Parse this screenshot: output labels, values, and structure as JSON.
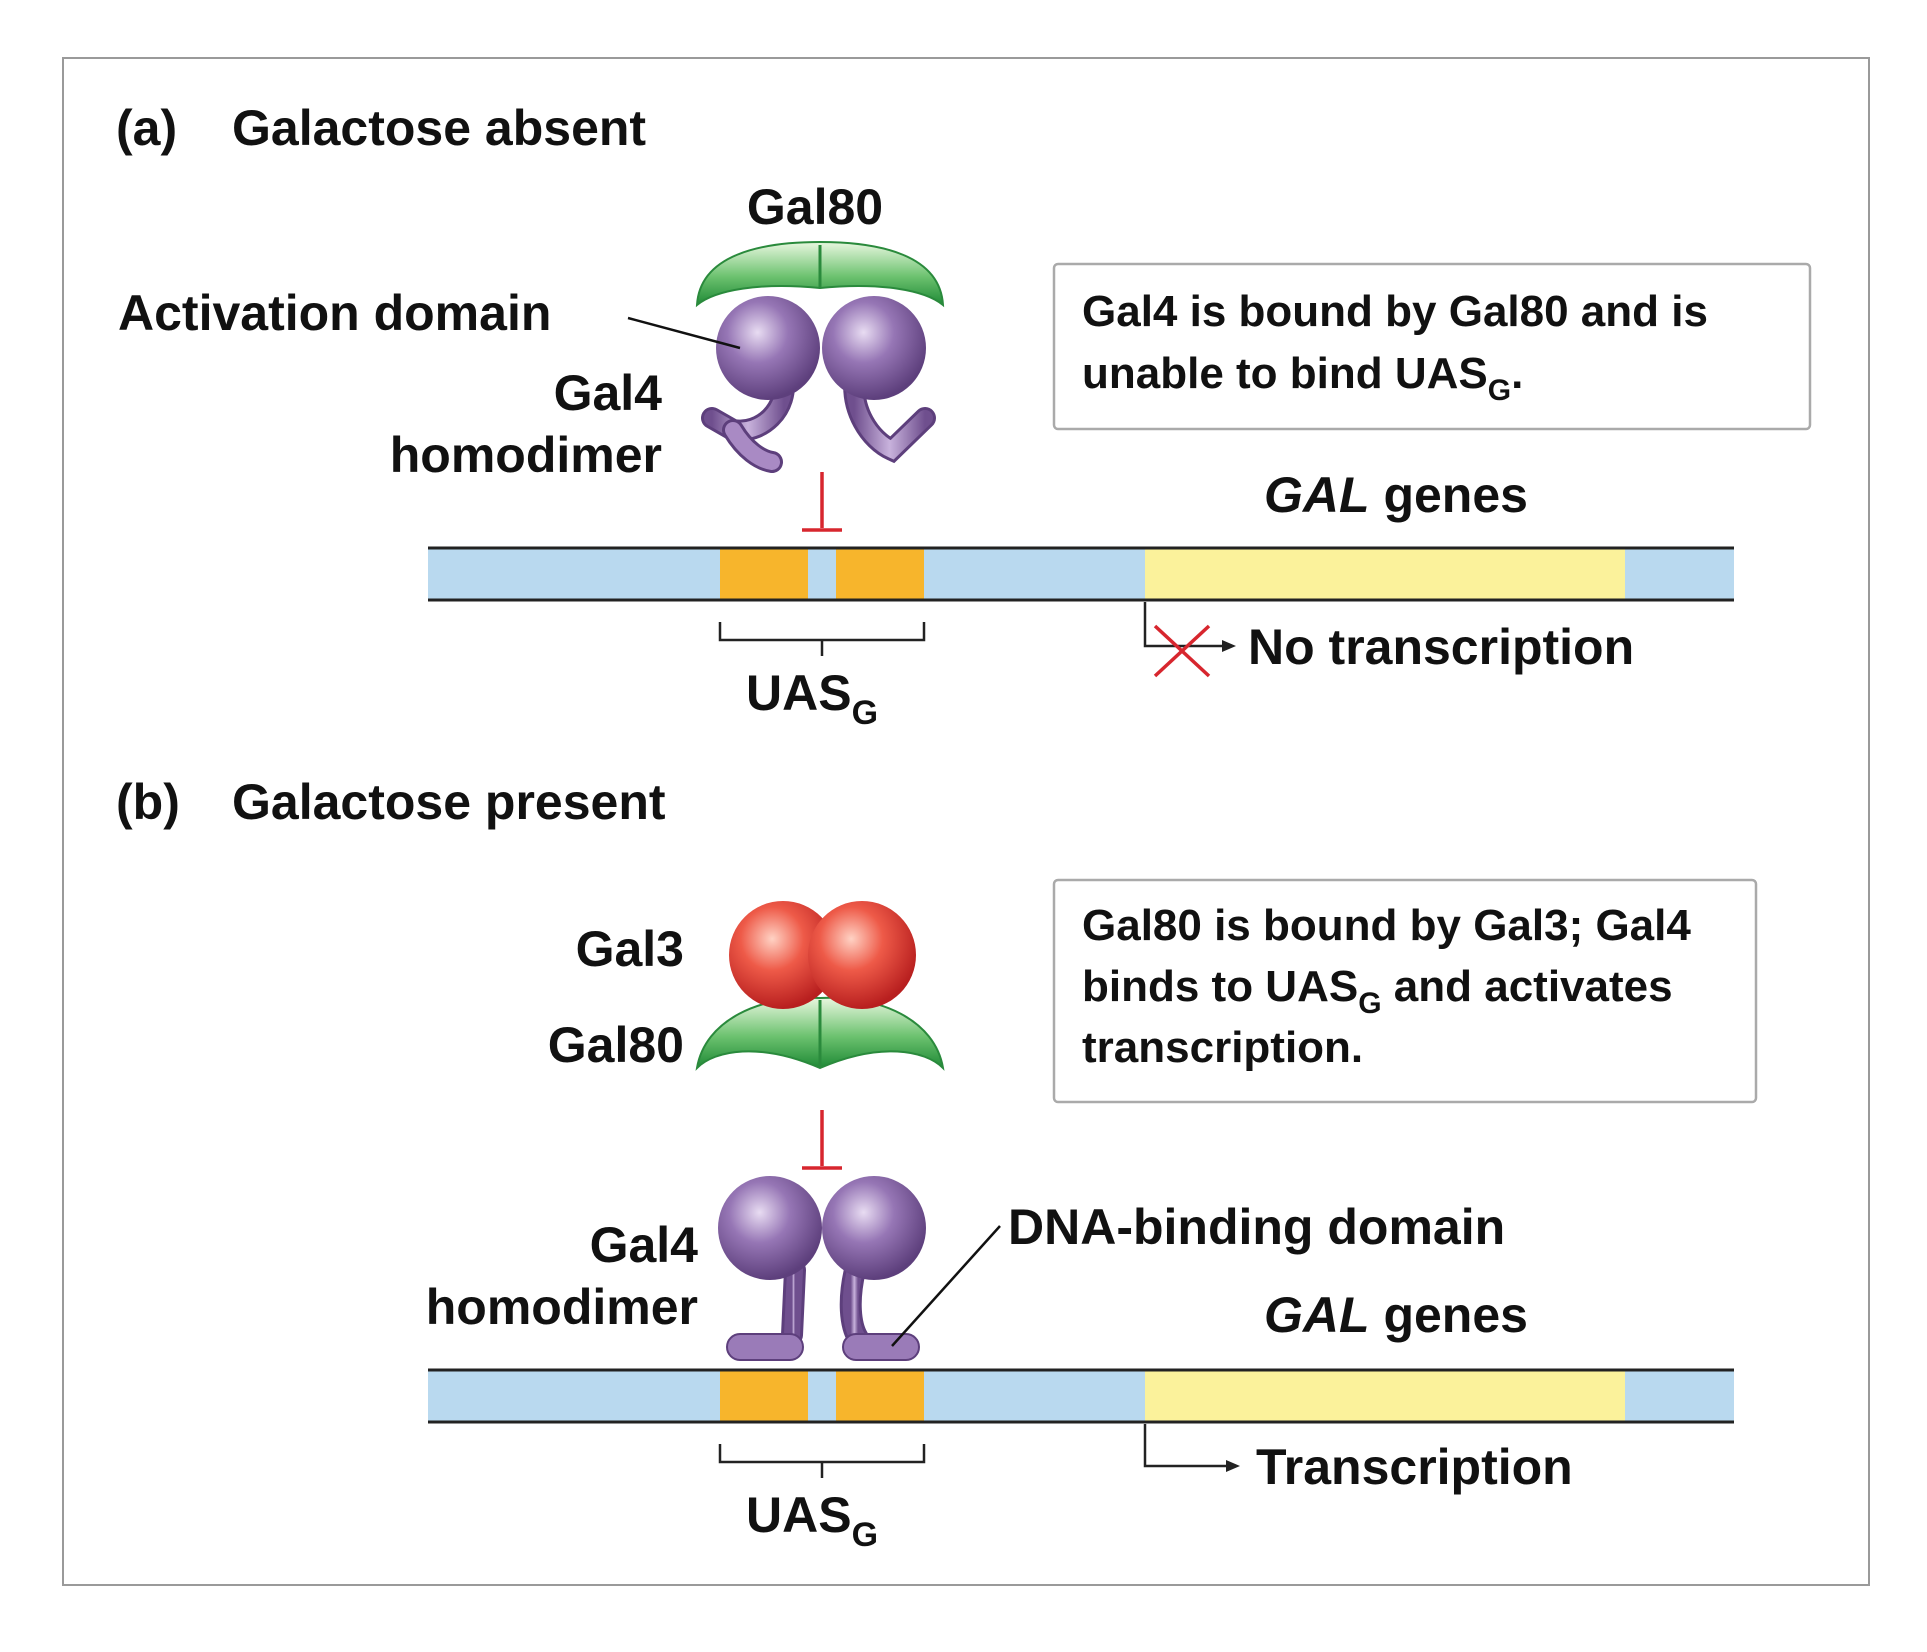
{
  "panel_a": {
    "letter": "(a)",
    "title": "Galactose absent",
    "gal80_label": "Gal80",
    "activation_domain_label": "Activation domain",
    "gal4_label_line1": "Gal4",
    "gal4_label_line2": "homodimer",
    "gal_genes_italic": "GAL",
    "gal_genes_rest": " genes",
    "uas_main": "UAS",
    "uas_sub": "G",
    "no_transcription_label": "No transcription",
    "info_line1": "Gal4 is bound by Gal80 and is",
    "info_line2_pre": "unable to bind UAS",
    "info_line2_sub": "G",
    "info_line2_post": "."
  },
  "panel_b": {
    "letter": "(b)",
    "title": "Galactose present",
    "gal3_label": "Gal3",
    "gal80_label": "Gal80",
    "gal4_label_line1": "Gal4",
    "gal4_label_line2": "homodimer",
    "dna_binding_label": "DNA-binding domain",
    "gal_genes_italic": "GAL",
    "gal_genes_rest": " genes",
    "uas_main": "UAS",
    "uas_sub": "G",
    "transcription_label": "Transcription",
    "info_line1": "Gal80 is bound by Gal3; Gal4",
    "info_line2_pre": "binds to UAS",
    "info_line2_sub": "G",
    "info_line2_post": " and activates",
    "info_line3": "transcription."
  },
  "colors": {
    "dna": "#b9d9ef",
    "uas": "#f7b52c",
    "gene": "#fbf29b",
    "gal4": "#8a68a6",
    "gal80": "#3dae4f",
    "gal3": "#e8473f",
    "inhibit": "#d7262e"
  }
}
